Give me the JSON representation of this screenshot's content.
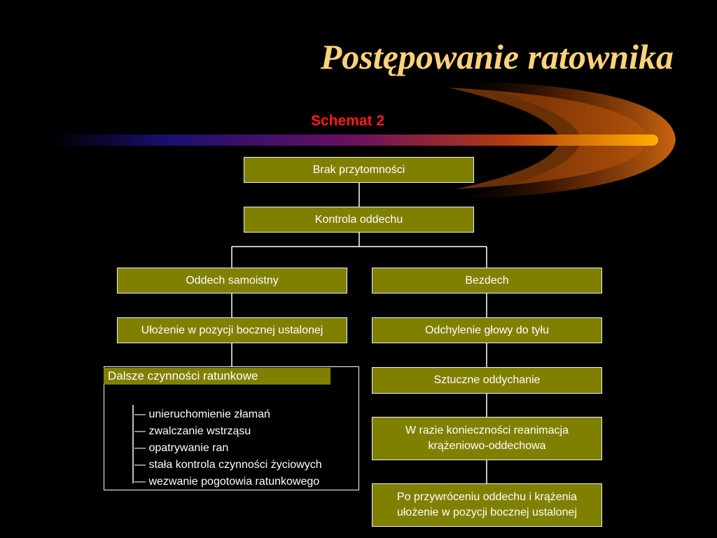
{
  "title": "Postępowanie ratownika",
  "subtitle": "Schemat 2",
  "nodes": {
    "brak": "Brak przytomności",
    "kontrola": "Kontrola oddechu",
    "oddech": "Oddech samoistny",
    "bezdech": "Bezdech",
    "ulozenie": "Ułożenie w pozycji bocznej ustalonej",
    "odchylenie": "Odchylenie głowy do tyłu",
    "sztuczne": "Sztuczne oddychanie",
    "reanimacja_line1": "W razie konieczności reanimacja",
    "reanimacja_line2": "krążeniowo-oddechowa",
    "po_line1": "Po przywróceniu oddechu i krążenia",
    "po_line2": "ułożenie w pozycji bocznej ustalonej"
  },
  "dalsze": {
    "heading": "Dalsze czynności ratunkowe",
    "items": [
      "— unieruchomienie złamań",
      "— zwalczanie wstrząsu",
      "— opatrywanie ran",
      "— stała kontrola czynności życiowych",
      "— wezwanie pogotowia ratunkowego"
    ]
  },
  "colors": {
    "background": "#000000",
    "title": "#ffd27a",
    "subtitle": "#ff1a1a",
    "box_fill": "#808000",
    "border": "#f0f0f0"
  }
}
